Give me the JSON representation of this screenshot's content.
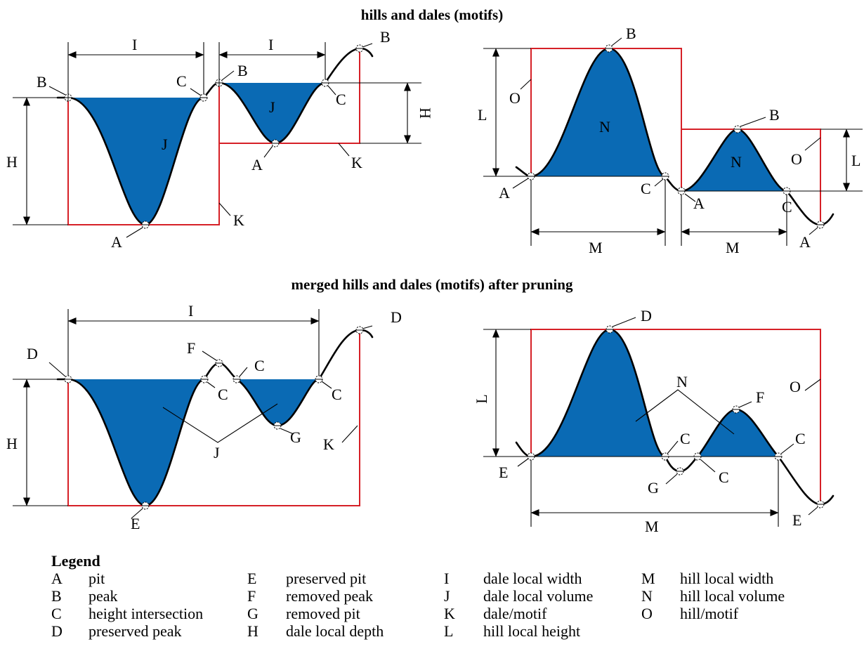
{
  "titles": {
    "top": "hills and dales (motifs)",
    "bottom": "merged hills and dales (motifs) after pruning"
  },
  "letters": {
    "A": "A",
    "B": "B",
    "C": "C",
    "D": "D",
    "E": "E",
    "F": "F",
    "G": "G",
    "H": "H",
    "I": "I",
    "J": "J",
    "K": "K",
    "L": "L",
    "M": "M",
    "N": "N",
    "O": "O"
  },
  "colors": {
    "fill": "#0a6ab4",
    "motif_box": "#d62027",
    "curve": "#000000"
  },
  "legend": {
    "title": "Legend",
    "items": [
      {
        "code": "A",
        "text": "pit"
      },
      {
        "code": "B",
        "text": "peak"
      },
      {
        "code": "C",
        "text": "height intersection"
      },
      {
        "code": "D",
        "text": "preserved peak"
      },
      {
        "code": "E",
        "text": "preserved pit"
      },
      {
        "code": "F",
        "text": "removed peak"
      },
      {
        "code": "G",
        "text": "removed pit"
      },
      {
        "code": "H",
        "text": "dale local depth"
      },
      {
        "code": "I",
        "text": "dale local width"
      },
      {
        "code": "J",
        "text": "dale local volume"
      },
      {
        "code": "K",
        "text": "dale/motif"
      },
      {
        "code": "L",
        "text": "hill local height"
      },
      {
        "code": "M",
        "text": "hill local width"
      },
      {
        "code": "N",
        "text": "hill local volume"
      },
      {
        "code": "O",
        "text": "hill/motif"
      }
    ]
  }
}
